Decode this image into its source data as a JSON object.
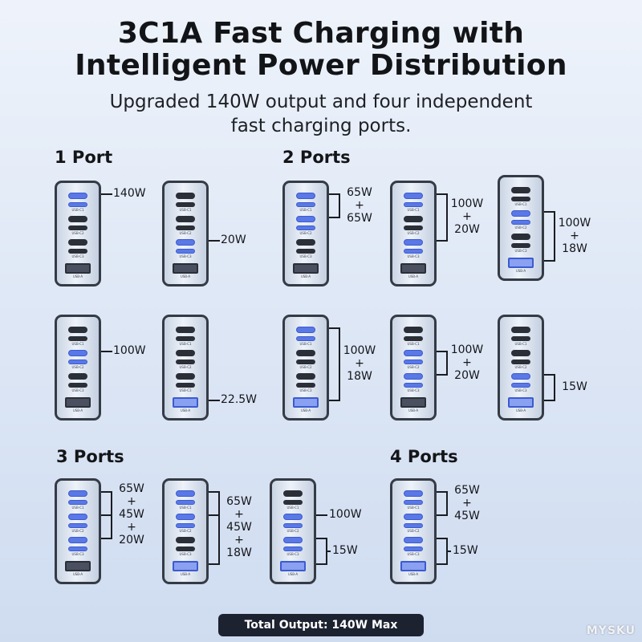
{
  "header": {
    "title_line1": "3C1A Fast Charging with",
    "title_line2": "Intelligent Power Distribution",
    "subtitle_line1": "Upgraded 140W output and four independent",
    "subtitle_line2": "fast charging ports."
  },
  "sections": {
    "one_port": "1 Port",
    "two_ports": "2 Ports",
    "three_ports": "3 Ports",
    "four_ports": "4 Ports"
  },
  "port_labels": [
    "USB-C1",
    "USB-C2",
    "USB-C3",
    "USB-A"
  ],
  "configs": [
    {
      "group": "1 Port",
      "active": [
        "USB-C1"
      ],
      "labels": [
        "140W"
      ]
    },
    {
      "group": "1 Port",
      "active": [
        "USB-C3"
      ],
      "labels": [
        "20W"
      ]
    },
    {
      "group": "1 Port",
      "active": [
        "USB-C2"
      ],
      "labels": [
        "100W"
      ]
    },
    {
      "group": "1 Port",
      "active": [
        "USB-A"
      ],
      "labels": [
        "22.5W"
      ]
    },
    {
      "group": "2 Ports",
      "active": [
        "USB-C1",
        "USB-C2"
      ],
      "labels": [
        "65W",
        "+",
        "65W"
      ]
    },
    {
      "group": "2 Ports",
      "active": [
        "USB-C1",
        "USB-C3"
      ],
      "labels": [
        "100W",
        "+",
        "20W"
      ]
    },
    {
      "group": "2 Ports",
      "active": [
        "USB-C2",
        "USB-A"
      ],
      "labels": [
        "100W",
        "+",
        "18W"
      ]
    },
    {
      "group": "2 Ports",
      "active": [
        "USB-C1",
        "USB-A"
      ],
      "labels": [
        "100W",
        "+",
        "18W"
      ]
    },
    {
      "group": "2 Ports",
      "active": [
        "USB-C2",
        "USB-C3"
      ],
      "labels": [
        "100W",
        "+",
        "20W"
      ]
    },
    {
      "group": "2 Ports",
      "active": [
        "USB-C3",
        "USB-A"
      ],
      "labels": [
        "15W"
      ]
    },
    {
      "group": "3 Ports",
      "active": [
        "USB-C1",
        "USB-C2",
        "USB-C3"
      ],
      "labels": [
        "65W",
        "+",
        "45W",
        "+",
        "20W"
      ]
    },
    {
      "group": "3 Ports",
      "active": [
        "USB-C1",
        "USB-C2",
        "USB-A"
      ],
      "labels": [
        "65W",
        "+",
        "45W",
        "+",
        "18W"
      ]
    },
    {
      "group": "3 Ports",
      "active": [
        "USB-C2",
        "USB-C3",
        "USB-A"
      ],
      "labels": [
        "100W",
        "15W"
      ]
    },
    {
      "group": "4 Ports",
      "active": [
        "USB-C1",
        "USB-C2",
        "USB-C3",
        "USB-A"
      ],
      "labels": [
        "65W",
        "+",
        "45W",
        "15W"
      ]
    }
  ],
  "footer": {
    "total": "Total Output: 140W Max"
  },
  "watermark": "MYSKU",
  "colors": {
    "active_port": "#5a78e6",
    "inactive_port": "#2a2f38",
    "footer_bg": "#1c2230",
    "background": "#dfe8f6"
  }
}
